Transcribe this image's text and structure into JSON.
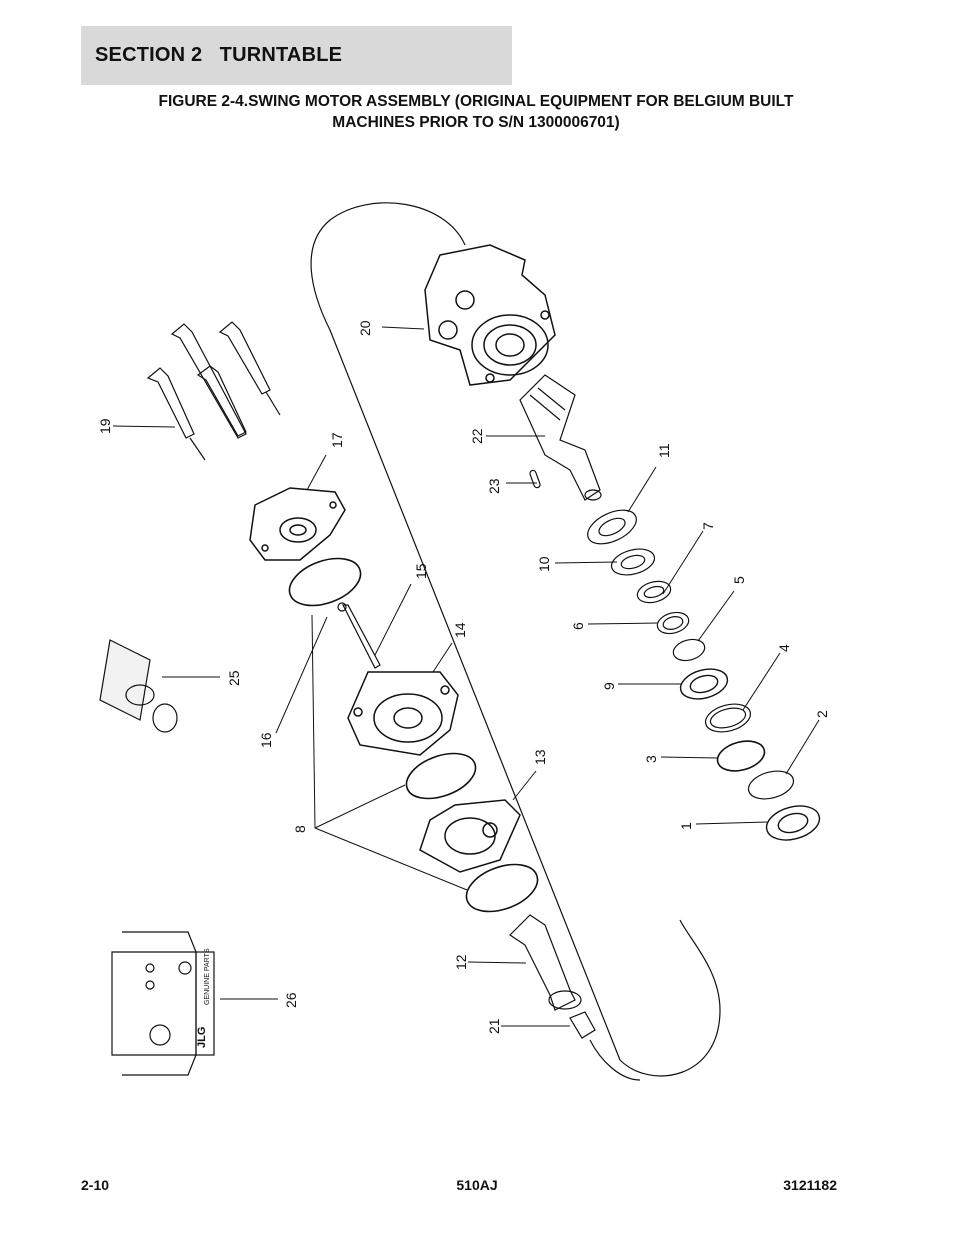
{
  "header": {
    "section": "SECTION 2   TURNTABLE"
  },
  "figure": {
    "title_line1": "FIGURE 2-4.SWING MOTOR ASSEMBLY (ORIGINAL EQUIPMENT FOR BELGIUM BUILT",
    "title_line2": "MACHINES PRIOR TO S/N 1300006701)"
  },
  "callouts": [
    {
      "id": "c20",
      "label": "20"
    },
    {
      "id": "c19",
      "label": "19"
    },
    {
      "id": "c17",
      "label": "17"
    },
    {
      "id": "c22",
      "label": "22"
    },
    {
      "id": "c11",
      "label": "11"
    },
    {
      "id": "c23",
      "label": "23"
    },
    {
      "id": "c7",
      "label": "7"
    },
    {
      "id": "c10",
      "label": "10"
    },
    {
      "id": "c5",
      "label": "5"
    },
    {
      "id": "c15",
      "label": "15"
    },
    {
      "id": "c6",
      "label": "6"
    },
    {
      "id": "c14",
      "label": "14"
    },
    {
      "id": "c4",
      "label": "4"
    },
    {
      "id": "c25",
      "label": "25"
    },
    {
      "id": "c9",
      "label": "9"
    },
    {
      "id": "c2",
      "label": "2"
    },
    {
      "id": "c16",
      "label": "16"
    },
    {
      "id": "c3",
      "label": "3"
    },
    {
      "id": "c13",
      "label": "13"
    },
    {
      "id": "c1",
      "label": "1"
    },
    {
      "id": "c8",
      "label": "8"
    },
    {
      "id": "c12",
      "label": "12"
    },
    {
      "id": "c26",
      "label": "26"
    },
    {
      "id": "c21",
      "label": "21"
    }
  ],
  "kit_box": {
    "brand": "JLG",
    "text": "GENUINE PARTS"
  },
  "footer": {
    "page": "2-10",
    "model": "510AJ",
    "doc_number": "3121182"
  }
}
